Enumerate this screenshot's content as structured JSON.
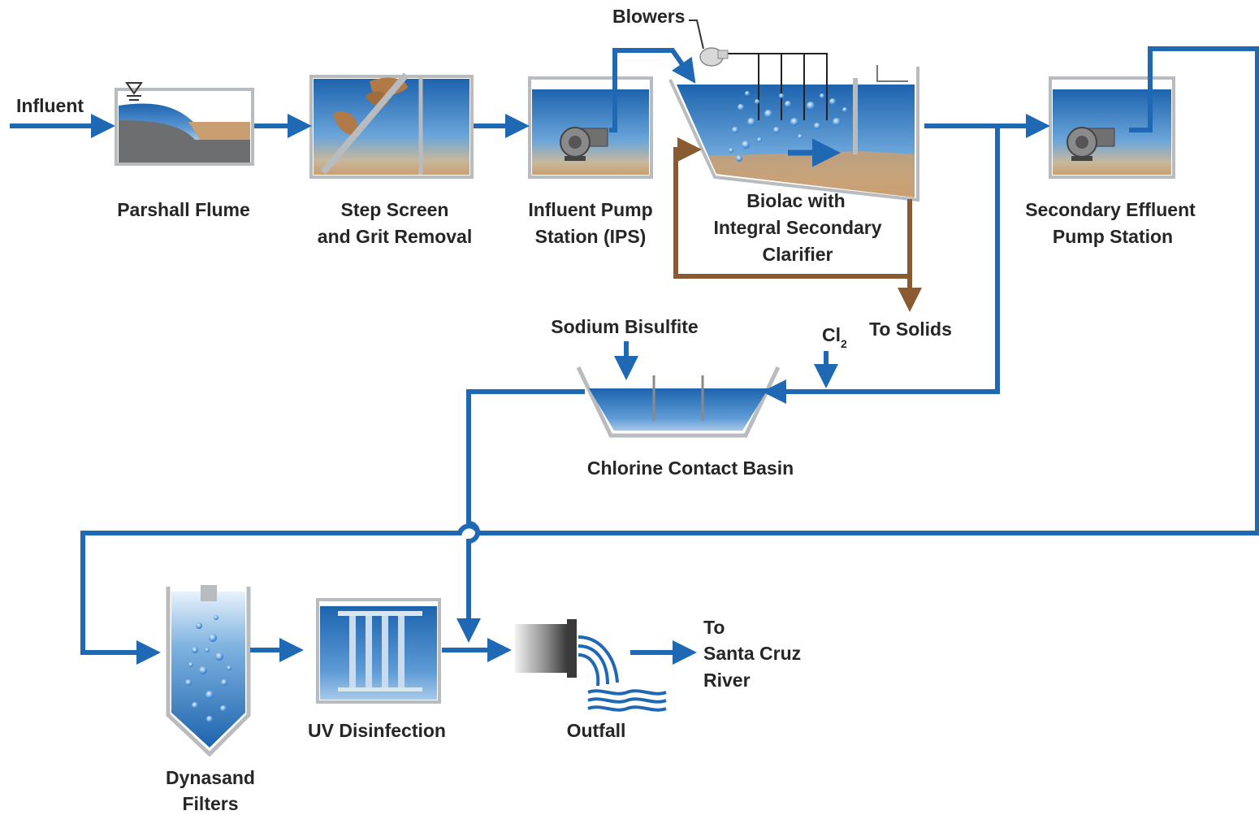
{
  "labels": {
    "influent": "Influent",
    "blowers": "Blowers",
    "parshall_flume": "Parshall Flume",
    "step_screen": [
      "Step Screen",
      "and Grit Removal"
    ],
    "influent_pump": [
      "Influent Pump",
      "Station (IPS)"
    ],
    "biolac": [
      "Biolac with",
      "Integral Secondary",
      "Clarifier"
    ],
    "secondary_effluent": [
      "Secondary Effluent",
      "Pump Station"
    ],
    "sodium_bisulfite": "Sodium Bisulfite",
    "cl2": "Cl",
    "cl2_sub": "2",
    "to_solids": "To Solids",
    "chlorine_contact": "Chlorine Contact Basin",
    "dynasand": [
      "Dynasand",
      "Filters"
    ],
    "uv": "UV Disinfection",
    "outfall": "Outfall",
    "destination": [
      "To",
      "Santa Cruz",
      "River"
    ]
  },
  "colors": {
    "flow_line": "#1f68b4",
    "sludge_line": "#8a5a32",
    "water_top": "#1d63ad",
    "water_bottom": "#7fb3e0",
    "sand": "#c99f72",
    "tank_wall": "#b9bcbf",
    "label": "#262626"
  }
}
